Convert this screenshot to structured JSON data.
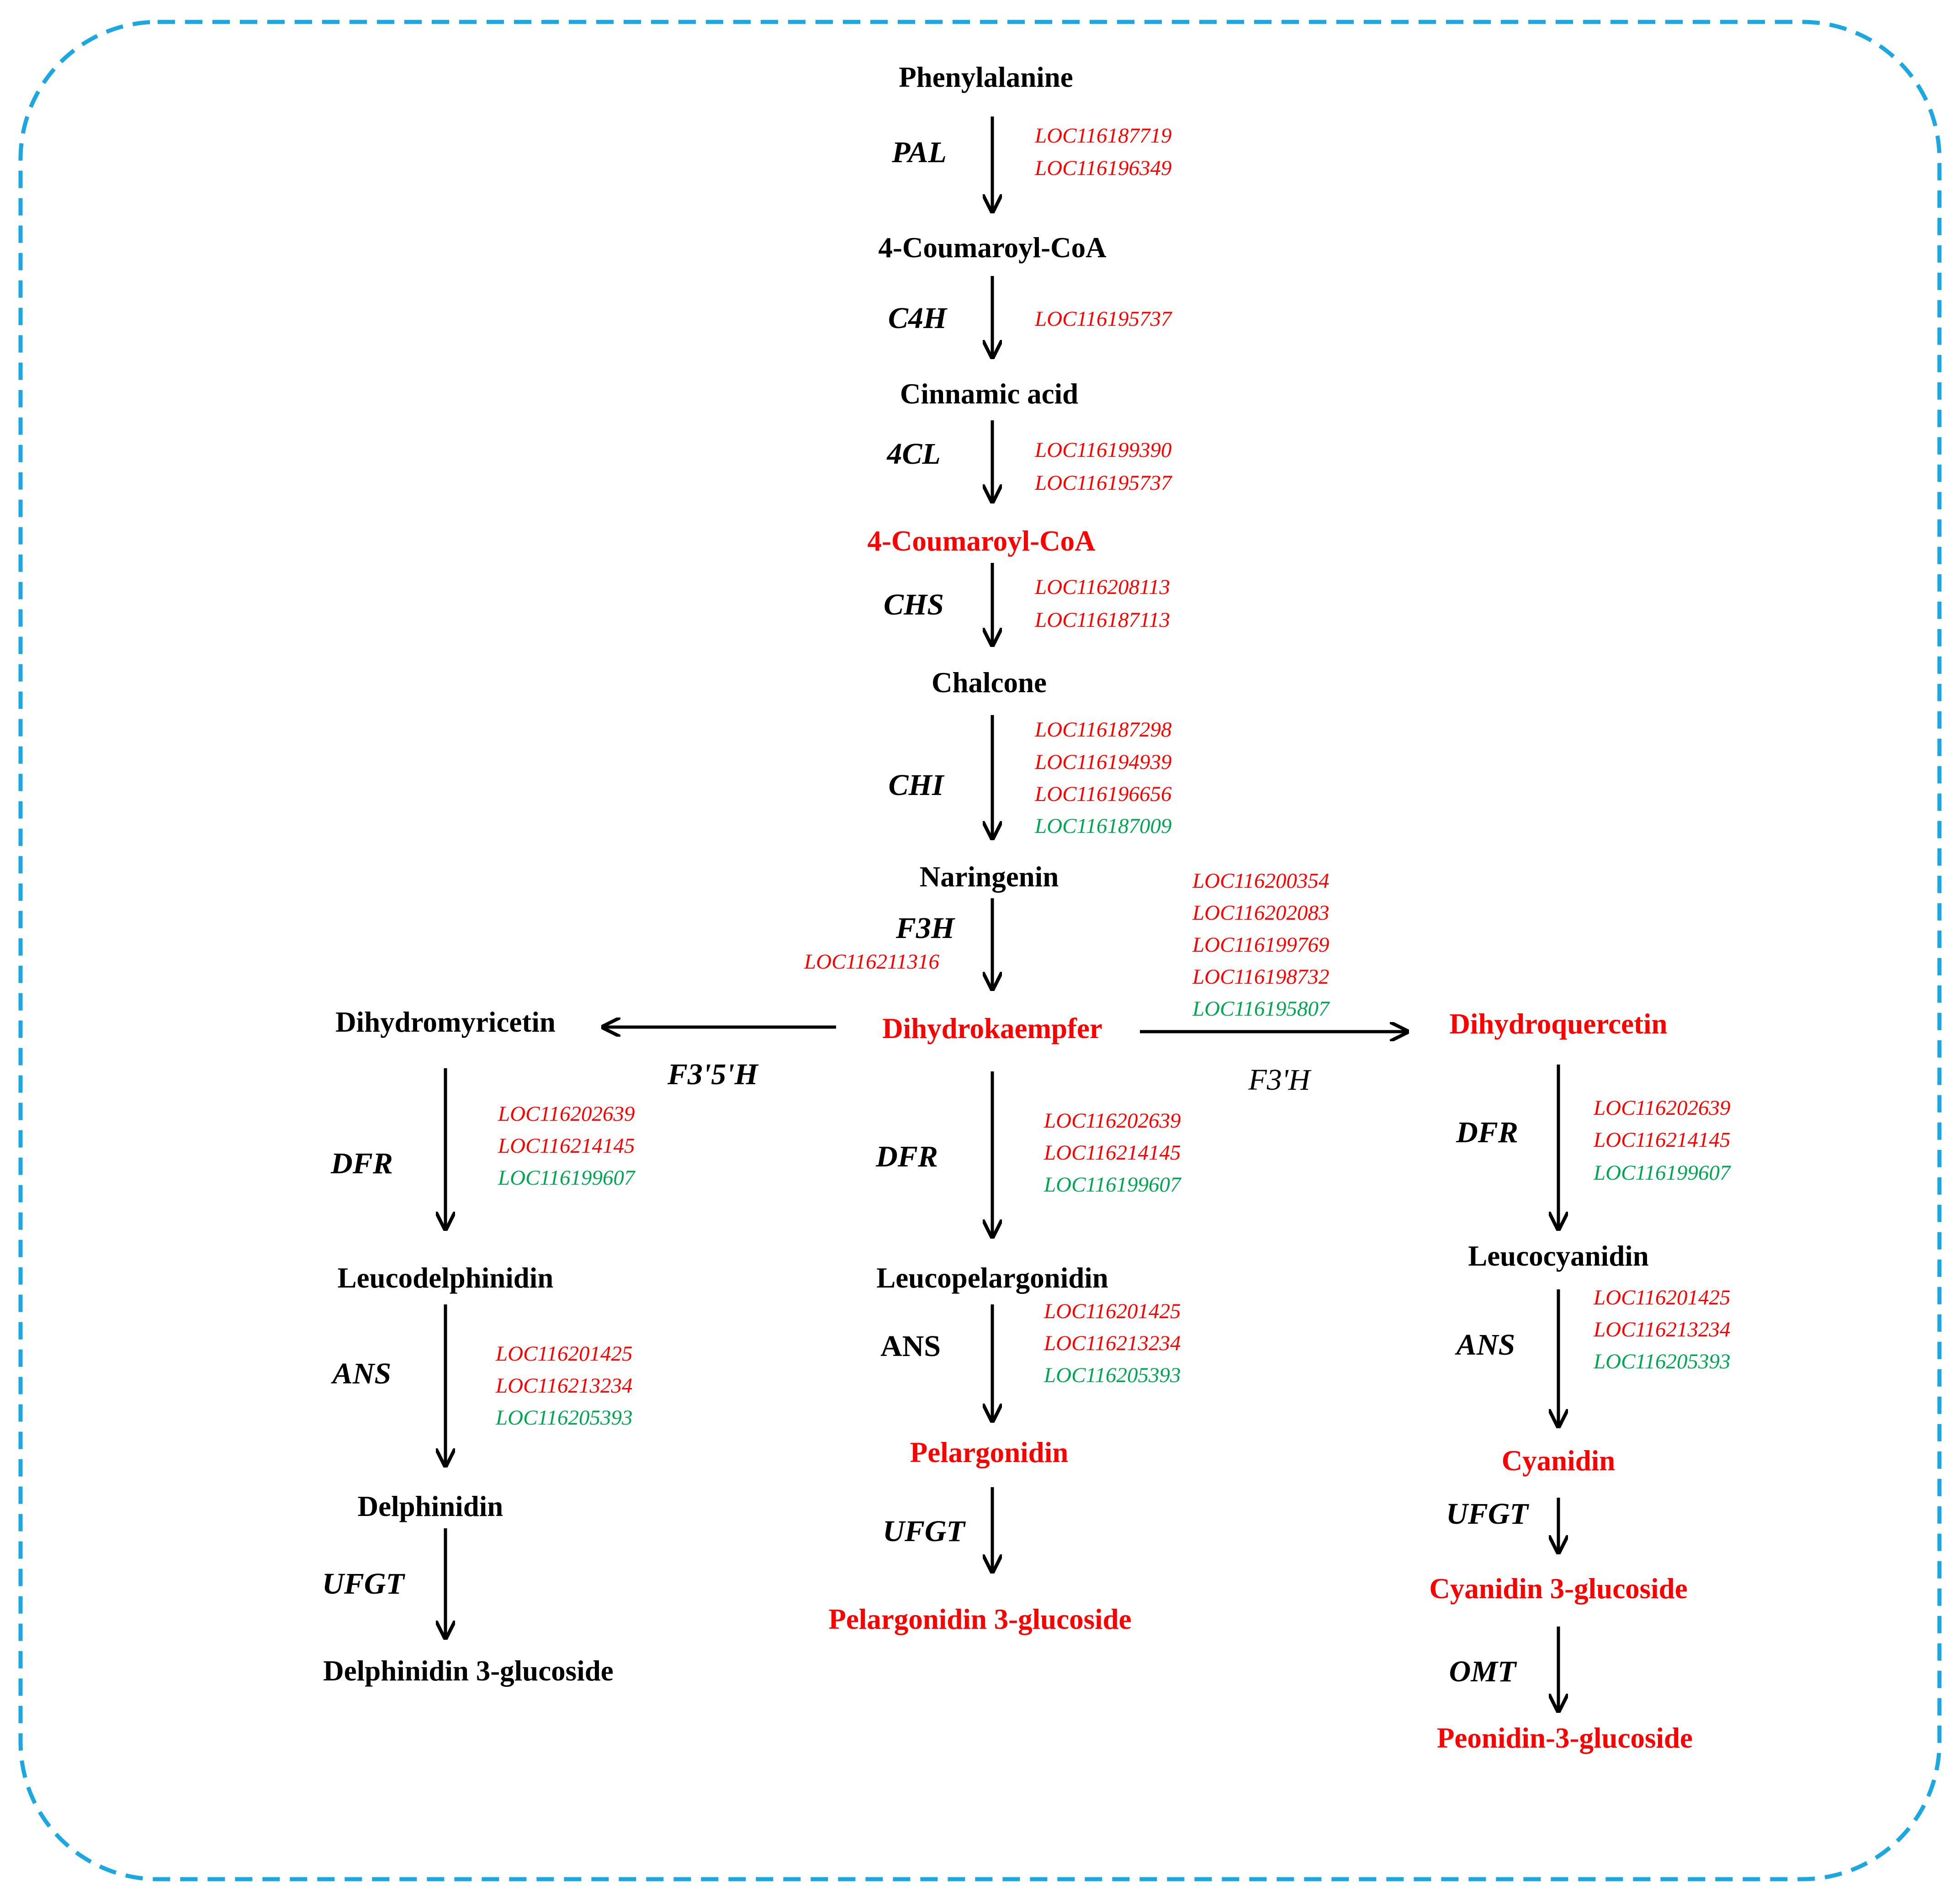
{
  "colors": {
    "frame": "#1aa7e2",
    "black": "#000000",
    "red": "#ff0000",
    "green": "#00a651"
  },
  "metabolites": {
    "phenylalanine": "Phenylalanine",
    "coumaroyl_coa_1": "4-Coumaroyl-CoA",
    "cinnamic_acid": "Cinnamic acid",
    "coumaroyl_coa_2": "4-Coumaroyl-CoA",
    "chalcone": "Chalcone",
    "naringenin": "Naringenin",
    "dihydrokaempfer": "Dihydrokaempfer",
    "dihydromyricetin": "Dihydromyricetin",
    "dihydroquercetin": "Dihydroquercetin",
    "leucodelphinidin": "Leucodelphinidin",
    "leucopelargonidin": "Leucopelargonidin",
    "leucocyanidin": "Leucocyanidin",
    "delphinidin": "Delphinidin",
    "pelargonidin": "Pelargonidin",
    "cyanidin": "Cyanidin",
    "delphinidin_3_glucoside": "Delphinidin 3-glucoside",
    "pelargonidin_3_glucoside": "Pelargonidin 3-glucoside",
    "cyanidin_3_glucoside": "Cyanidin 3-glucoside",
    "peonidin_3_glucoside": "Peonidin-3-glucoside"
  },
  "enzymes": {
    "pal": "PAL",
    "c4h": "C4H",
    "cl4": "4CL",
    "chs": "CHS",
    "chi": "CHI",
    "f3h": "F3H",
    "f35h": "F3'5'H",
    "f3ph": "F3'H",
    "dfr_left": "DFR",
    "dfr_mid": "DFR",
    "dfr_right": "DFR",
    "ans_left": "ANS",
    "ans_mid": "ANS",
    "ans_right": "ANS",
    "ufgt_left": "UFGT",
    "ufgt_mid": "UFGT",
    "ufgt_right": "UFGT",
    "omt": "OMT"
  },
  "genes": {
    "pal": [
      "LOC116187719",
      "LOC116196349"
    ],
    "c4h": [
      "LOC116195737"
    ],
    "cl4": [
      "LOC116199390",
      "LOC116195737"
    ],
    "chs": [
      "LOC116208113",
      "LOC116187113"
    ],
    "chi": [
      "LOC116187298",
      "LOC116194939",
      "LOC116196656",
      "LOC116187009"
    ],
    "f3h": [
      "LOC116211316"
    ],
    "f3ph": [
      "LOC116200354",
      "LOC116202083",
      "LOC116199769",
      "LOC116198732",
      "LOC116195807"
    ],
    "dfr_left": [
      "LOC116202639",
      "LOC116214145",
      "LOC116199607"
    ],
    "dfr_mid": [
      "LOC116202639",
      "LOC116214145",
      "LOC116199607"
    ],
    "dfr_right": [
      "LOC116202639",
      "LOC116214145",
      "LOC116199607"
    ],
    "ans_left": [
      "LOC116201425",
      "LOC116213234",
      "LOC116205393"
    ],
    "ans_mid": [
      "LOC116201425",
      "LOC116213234",
      "LOC116205393"
    ],
    "ans_right": [
      "LOC116201425",
      "LOC116213234",
      "LOC116205393"
    ]
  }
}
